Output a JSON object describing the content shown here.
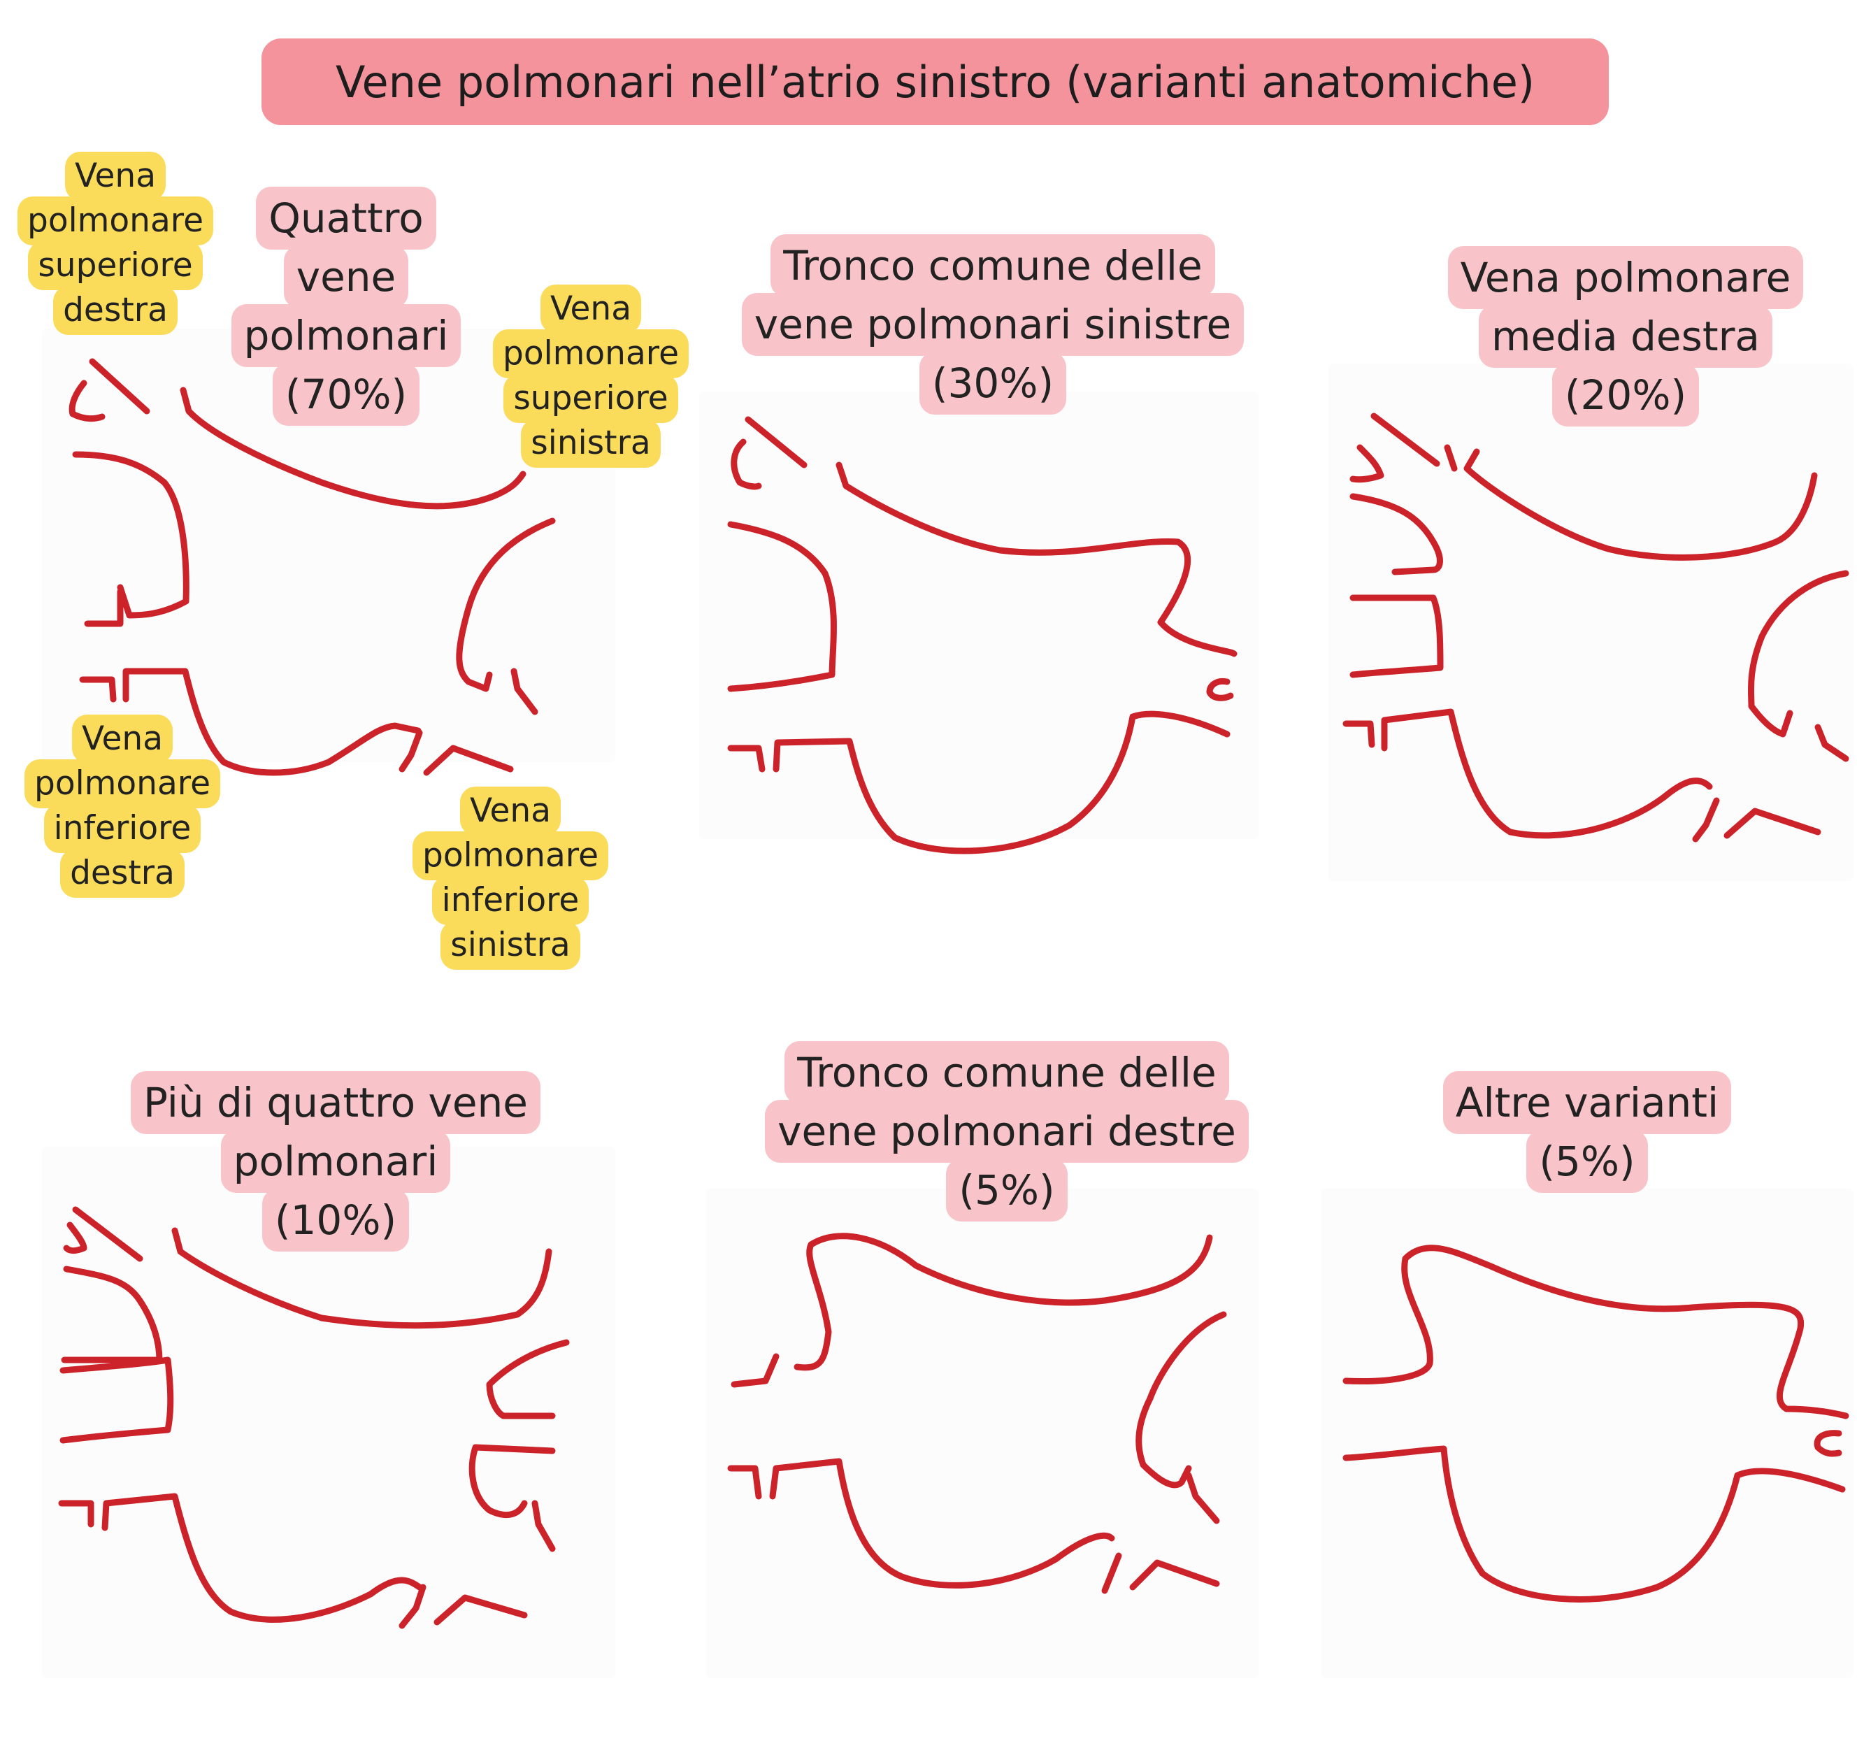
{
  "title": "Vene polmonari nell’atrio sinistro (varianti anatomiche)",
  "colors": {
    "title_bg": "#f4939b",
    "label_bg": "#f8c4c9",
    "vein_label_bg": "#fadc5a",
    "vessel_stroke": "#cc2229"
  },
  "panels": [
    {
      "label": [
        "Quattro",
        "vene",
        "polmonari",
        "(70%)"
      ],
      "vein_labels": [
        [
          "Vena",
          "polmonare",
          "superiore",
          "destra"
        ],
        [
          "Vena",
          "polmonare",
          "superiore",
          "sinistra"
        ],
        [
          "Vena",
          "polmonare",
          "inferiore",
          "destra"
        ],
        [
          "Vena",
          "polmonare",
          "inferiore",
          "sinistra"
        ]
      ]
    },
    {
      "label": [
        "Tronco comune delle",
        "vene polmonari sinistre",
        "(30%)"
      ]
    },
    {
      "label": [
        "Vena polmonare",
        "media destra",
        "(20%)"
      ]
    },
    {
      "label": [
        "Più di quattro vene",
        "polmonari",
        "(10%)"
      ]
    },
    {
      "label": [
        "Tronco comune delle",
        "vene polmonari destre",
        "(5%)"
      ]
    },
    {
      "label": [
        "Altre varianti",
        "(5%)"
      ]
    }
  ]
}
